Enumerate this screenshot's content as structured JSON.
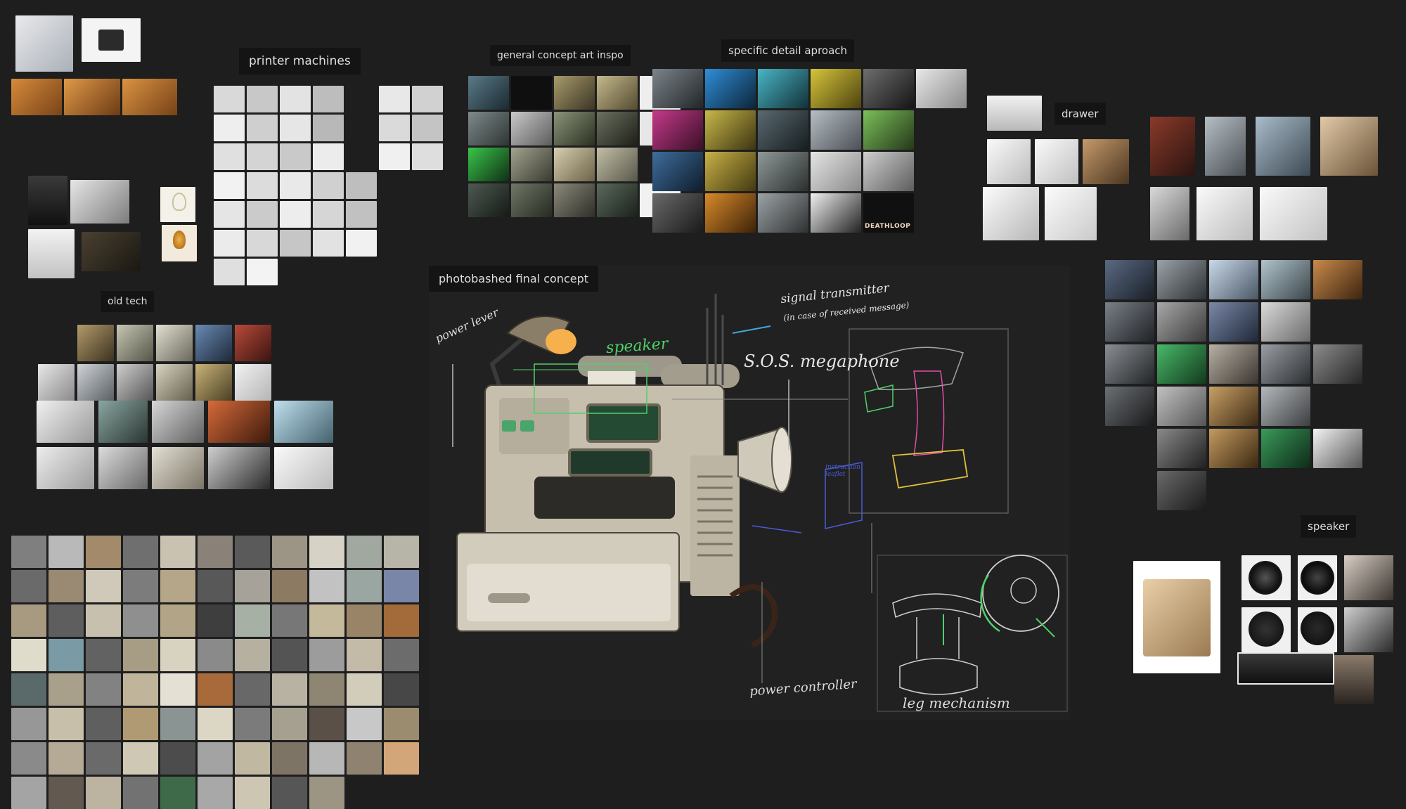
{
  "board": {
    "background": "#1e1e1e",
    "group_labels": {
      "printer_machines": "printer machines",
      "general_concept": "general concept art inspo",
      "specific_detail": "specific detail aproach",
      "drawer": "drawer",
      "old_tech": "old tech",
      "speaker": "speaker",
      "final_concept": "photobashed final concept"
    }
  },
  "concept_sketch": {
    "annotations": {
      "power_lever": "power lever",
      "speaker": "speaker",
      "signal_transmitter": "signal transmitter",
      "signal_transmitter_note": "(in case of received message)",
      "sos_megaphone": "S.O.S. megaphone",
      "instruction_leaflet": "instruction leaflet",
      "power_controller": "power controller",
      "leg_mechanism": "leg mechanism",
      "logo_text": "DEATHLOOP"
    },
    "colors": {
      "accent_green": "#4fd16a",
      "accent_cyan": "#3fa9d8",
      "accent_pink": "#e04fa8",
      "accent_yellow": "#e3c23a",
      "accent_blue": "#4a5bd8",
      "machine_body": "#c9c2b2",
      "screen_green": "#3b8f58"
    }
  }
}
